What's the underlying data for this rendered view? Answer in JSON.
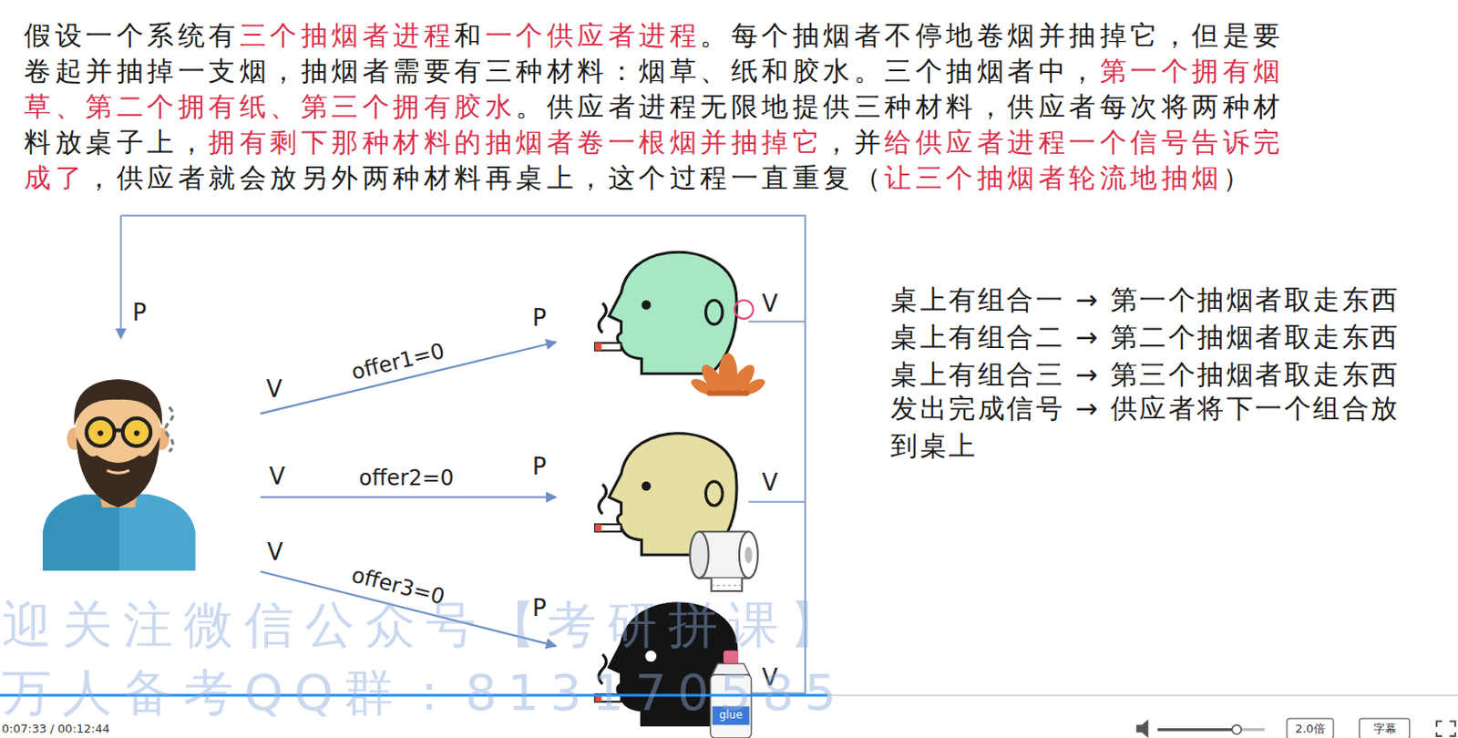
{
  "diagram": {
    "labels": [
      "假设一个系统有",
      "三个抽烟者进程",
      "和",
      "一个供应者进程",
      "。每个抽烟者不停地卷烟并抽掉它，但是要卷起并抽掉一支烟，抽烟者需要有三种材料：烟草、纸和胶水。三个抽烟者中，",
      "第一个拥有烟草、第二个拥有纸、第三个拥有胶水",
      "。供应者进程无限地提供三种材料，供应者每次将两种材料放桌子上，",
      "拥有剩下那种材料的抽烟者卷一根烟并抽掉它",
      "，并",
      "给供应者进程一个信号告诉完成了",
      "，供应者就会放另外两种材料再桌上，这个过程一直重复（",
      "让三个抽烟者轮流地抽烟",
      "）",
      "P",
      "V",
      "offer1=0",
      "P",
      "V",
      "V",
      "offer2=0",
      "P",
      "V",
      "V",
      "offer3=0",
      "P",
      "V",
      "桌上有组合一 → 第一个抽烟者取走东西",
      "桌上有组合二 → 第二个抽烟者取走东西",
      "桌上有组合三 → 第三个抽烟者取走东西",
      "发出完成信号 → 供应者将下一个组合放到桌上",
      "迎关注微信公众号【考研拼课】",
      "万人备考QQ群：813170585",
      "0:07:33 / 00:12:44",
      "2.0倍",
      "字幕",
      "glue"
    ]
  }
}
